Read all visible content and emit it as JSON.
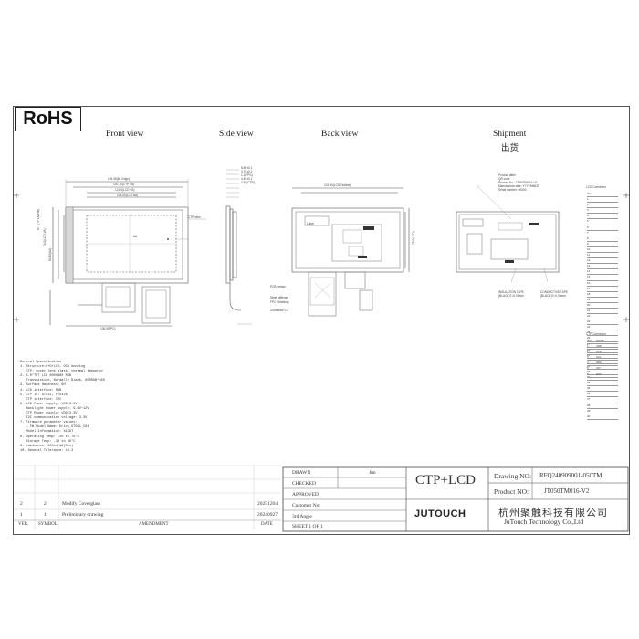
{
  "rohs": "RoHS",
  "views": {
    "front": "Front view",
    "side": "Side view",
    "back": "Back view",
    "shipment": "Shipment",
    "shipment_cn": "出货"
  },
  "dims_front": {
    "top1": "154.35(BL Edge)",
    "top2": "120.70(CTP VA)",
    "top3": "121.0(LCD VA)",
    "top4": "108.00(LCD AA)",
    "left1": "87.7(TP Outline)",
    "left2": "74.0(LCD VA)",
    "left3": "64.80(AA)",
    "bot": "106.5(FPC)",
    "aa_label": "AA",
    "ctp_label": "CTP view"
  },
  "side_dims": [
    "5.89±0.1",
    "3.75±0.1",
    "1.2(FPC)",
    "4.45±0.1",
    "2.55(CTP)"
  ],
  "back_dims": {
    "top": "101.50(LCD Outline)",
    "right": "75.0(LCD)"
  },
  "back_notes": {
    "pcb": "PCB design",
    "steel": "Steel stiffener",
    "fpc": "FPC Shielding",
    "conductor": "Conductor 0.3",
    "label": "Label"
  },
  "shipment_notes": {
    "product_label": "Product label",
    "qr": "QR code",
    "lines": [
      "Product No.: JT050TM016-V2",
      "Manufacture date: YYYYMMDD",
      "Serial number: 00000"
    ],
    "insulation": "INSULATION TAPE (BLACK)T=0.05mm",
    "conductive": "CONDUCTIVE TAPE (BLACK)T=0.05mm"
  },
  "lcd_pins_title": "LCD Connector",
  "lcd_pins": [
    "NO.",
    "1",
    "2",
    "3",
    "4",
    "5",
    "6",
    "7",
    "8",
    "9",
    "10",
    "11",
    "12",
    "13",
    "14",
    "15",
    "16",
    "17",
    "18",
    "19",
    "20",
    "21",
    "22",
    "23",
    "24",
    "25",
    "26",
    "27",
    "28",
    "29",
    "30",
    "31",
    "32",
    "33",
    "34",
    "35",
    "36",
    "37",
    "38",
    "39",
    "40"
  ],
  "ctp_pins_title": "CTP Connector",
  "ctp_pins": [
    "NO.",
    "1",
    "2",
    "3",
    "4",
    "5",
    "6"
  ],
  "ctp_pin_names": [
    "NAME",
    "VDD",
    "GND",
    "SCL",
    "SDA",
    "INT",
    "RST"
  ],
  "spec": [
    "General Specification",
    "1. Structure:G+G+LCD, OCA bonding",
    "   CTP: cover:lens glass, thermal tempered",
    "2. 5.0\"TFT LCD 800X480 RGB",
    "   Transmissive, Normally Black, 800RGB*480",
    "3. Surface Hardness: 6H",
    "4. LCD interface: RGB",
    "5. CTP IC: GT911, FT5426",
    "   CTP interface: I2C",
    "6. LCD Power supply: VDD=3.3V",
    "   Backlight Power supply: 9.6V~12V",
    "   CTP Power supply: VDD=3.3V",
    "   I2C communication voltage: 3.3V",
    "7. Firmware parameter values:",
    "   → FW Model Name: Drive_GT911_C04",
    "   Model Information: X1G9T",
    "8. Operating Temp: -20 to 70°C",
    "   Storage Temp: -30 to 80°C",
    "9. Luminance: 500cd/m2(Min)",
    "10. General Tolerance: ±0.2"
  ],
  "revisions": [
    {
      "ver": "2",
      "symbol": "2",
      "desc": "Modify Coverglass",
      "date": "20251204"
    },
    {
      "ver": "1",
      "symbol": "1",
      "desc": "Preliminary drawing",
      "date": "20240927"
    }
  ],
  "rev_headers": {
    "ver": "VER.",
    "symbol": "SYMBOL",
    "amendment": "AMENDMENT",
    "date": "DATE"
  },
  "title_block": {
    "drawn": "DRAWN",
    "drawn_by": "Jun",
    "checked": "CHECKED",
    "approved": "APPROVED",
    "customer": "Customer No:",
    "angle": "3rd Angle",
    "sheet": "SHEET  1  OF 1",
    "product_type": "CTP+LCD",
    "drawing_no_label": "Drawing NO:",
    "drawing_no": "RFQ240909001-050TM",
    "product_no_label": "Product NO:",
    "product_no": "JT050TM016-V2",
    "logo": "JUTOUCH",
    "company_cn": "杭州聚触科技有限公司",
    "company_en": "JuTouch Technology Co.,Ltd"
  }
}
